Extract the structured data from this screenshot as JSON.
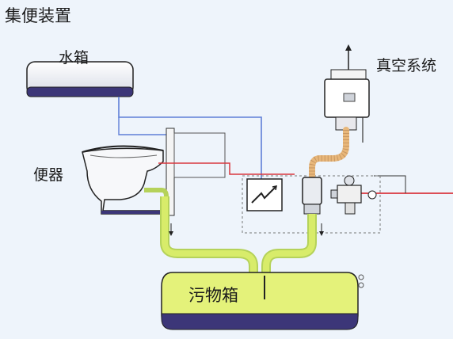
{
  "title": "集便装置",
  "labels": {
    "water_tank": "水箱",
    "vacuum_system": "真空系统",
    "toilet": "便器",
    "waste_tank": "污物箱"
  },
  "colors": {
    "background": "#eef4fb",
    "waste_pipe": "#d8ec6a",
    "vacuum_hose": "#e8b77a",
    "tank_base": "#3c3678",
    "air_line": "#d9363e",
    "water_line": "#5f7fd8"
  }
}
